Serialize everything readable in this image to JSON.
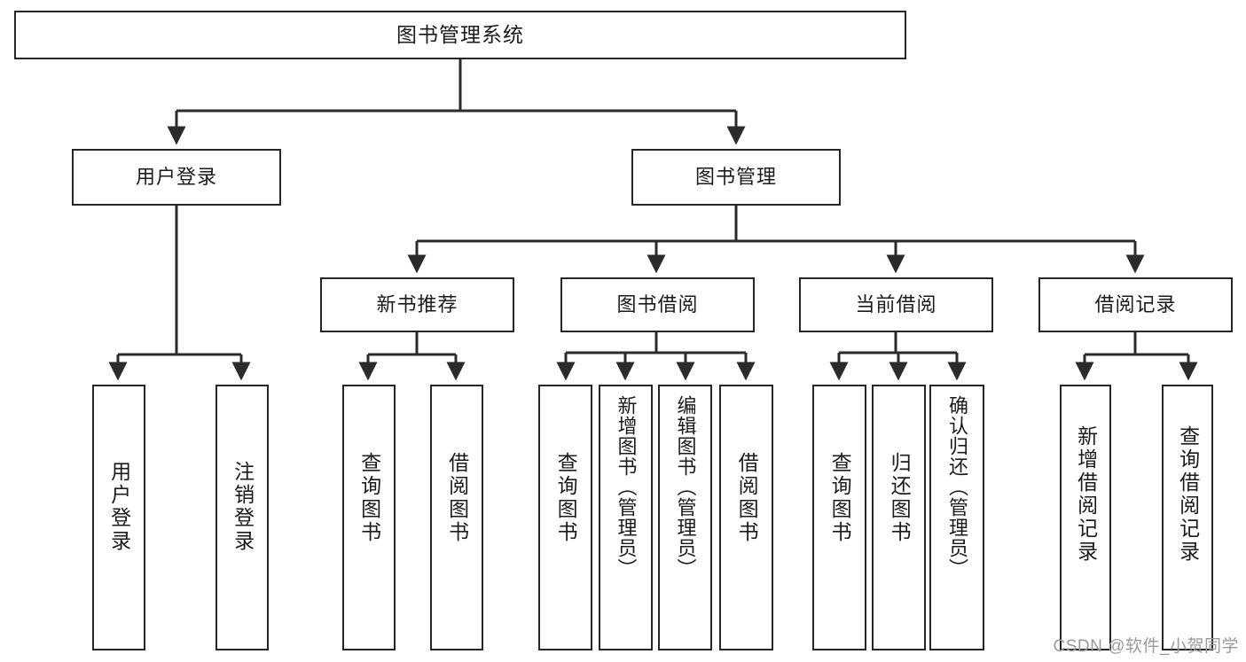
{
  "diagram": {
    "title": "图书管理系统",
    "type": "tree-hierarchy",
    "watermark": "CSDN @软件_小贺同学",
    "colors": {
      "box_border": "#262626",
      "box_fill": "#ffffff",
      "connector": "#2b2b2b",
      "text": "#1b1b1b",
      "watermark": "#9a9a9a"
    },
    "root": {
      "id": "root",
      "label": "图书管理系统"
    },
    "level2": [
      {
        "id": "user-login",
        "label": "用户登录"
      },
      {
        "id": "book-manage",
        "label": "图书管理"
      }
    ],
    "level3": [
      {
        "id": "new-book-rec",
        "label": "新书推荐",
        "parent": "book-manage"
      },
      {
        "id": "book-borrow",
        "label": "图书借阅",
        "parent": "book-manage"
      },
      {
        "id": "current-borrow",
        "label": "当前借阅",
        "parent": "book-manage"
      },
      {
        "id": "borrow-record",
        "label": "借阅记录",
        "parent": "book-manage"
      }
    ],
    "leaves": [
      {
        "id": "leaf-user-login",
        "label": "用户登录",
        "parent": "user-login"
      },
      {
        "id": "leaf-logout",
        "label": "注销登录",
        "parent": "user-login"
      },
      {
        "id": "leaf-query-book-1",
        "label": "查询图书",
        "parent": "new-book-rec"
      },
      {
        "id": "leaf-borrow-book-1",
        "label": "借阅图书",
        "parent": "new-book-rec"
      },
      {
        "id": "leaf-query-book-2",
        "label": "查询图书",
        "parent": "book-borrow"
      },
      {
        "id": "leaf-add-book",
        "label": "新增图书（管理员）",
        "parent": "book-borrow"
      },
      {
        "id": "leaf-edit-book",
        "label": "编辑图书（管理员）",
        "parent": "book-borrow"
      },
      {
        "id": "leaf-borrow-book-2",
        "label": "借阅图书",
        "parent": "book-borrow"
      },
      {
        "id": "leaf-query-book-3",
        "label": "查询图书",
        "parent": "current-borrow"
      },
      {
        "id": "leaf-return-book",
        "label": "归还图书",
        "parent": "current-borrow"
      },
      {
        "id": "leaf-confirm-return",
        "label": "确认归还（管理员）",
        "parent": "current-borrow"
      },
      {
        "id": "leaf-add-record",
        "label": "新增借阅记录",
        "parent": "borrow-record"
      },
      {
        "id": "leaf-query-record",
        "label": "查询借阅记录",
        "parent": "borrow-record"
      }
    ]
  }
}
